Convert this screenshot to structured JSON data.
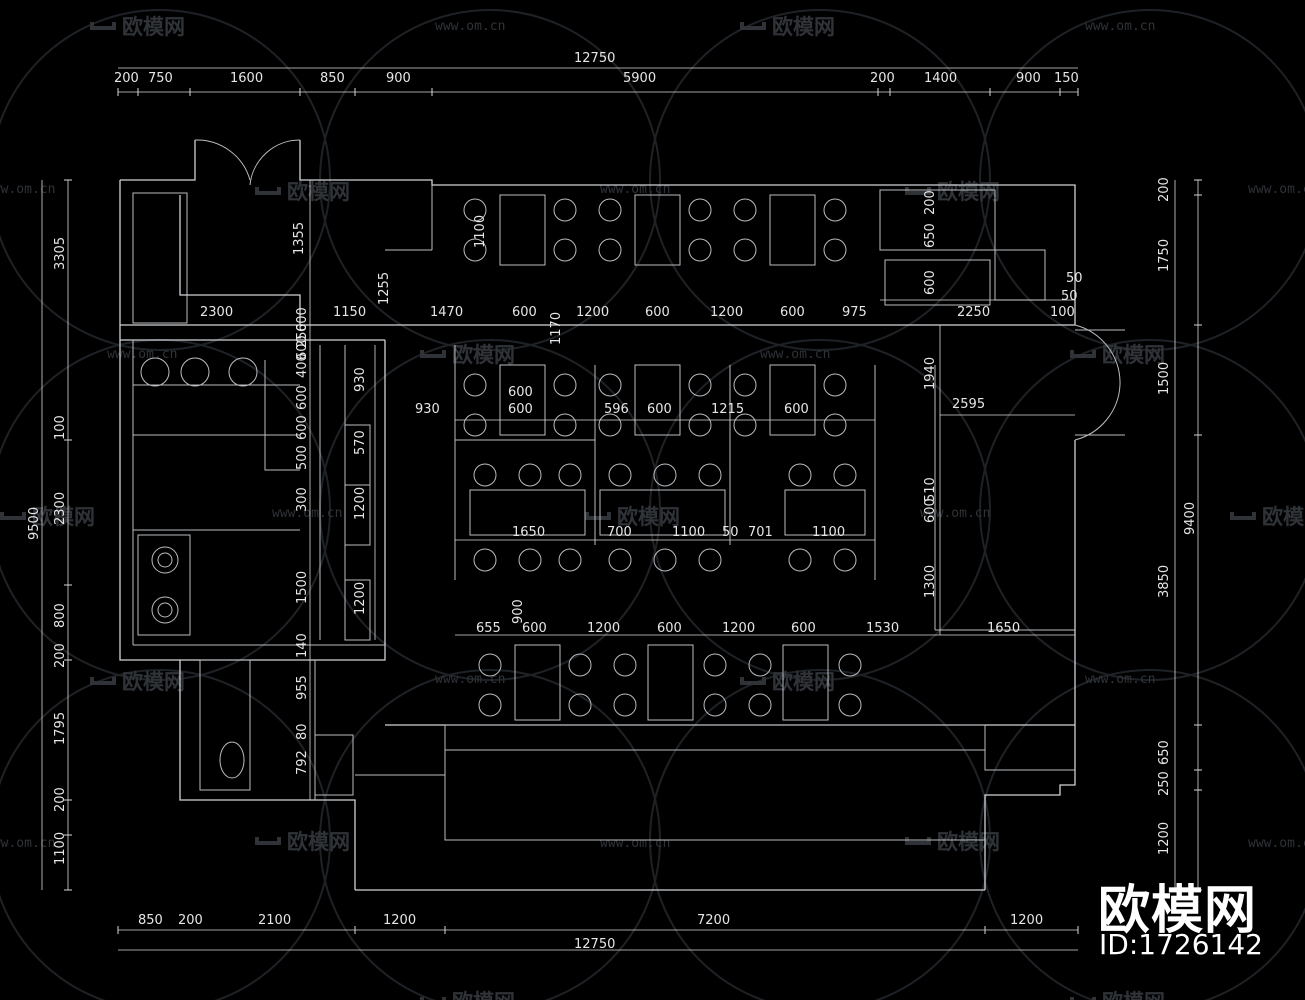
{
  "watermark": {
    "brand": "欧模网",
    "url": "www.om.cn",
    "logo_icon": "sofa-icon"
  },
  "branding": {
    "title": "欧模网",
    "id": "ID:1726142"
  },
  "dimensions": {
    "top_total": "12750",
    "top_chain": [
      "200",
      "750",
      "1600",
      "850",
      "900",
      "5900",
      "200",
      "1400",
      "900",
      "150"
    ],
    "bottom_total": "12750",
    "bottom_chain": [
      "850",
      "200",
      "2100",
      "1200",
      "7200",
      "1200"
    ],
    "left_outer": "9500",
    "left_chain": [
      "3305",
      "100",
      "2300",
      "800",
      "200",
      "1795",
      "200",
      "1100"
    ],
    "right_outer": "9400",
    "right_chain": [
      "200",
      "1750",
      "1500",
      "3850",
      "250",
      "650",
      "1200"
    ],
    "interior": [
      "1100",
      "1355",
      "1255",
      "2300",
      "1150",
      "1470",
      "600",
      "1170",
      "1200",
      "600",
      "1200",
      "600",
      "975",
      "200",
      "650",
      "600",
      "50",
      "50",
      "2250",
      "100",
      "1940",
      "2595",
      "510",
      "600",
      "1300",
      "1650",
      "600",
      "600",
      "930",
      "596",
      "600",
      "1215",
      "600",
      "1650",
      "700",
      "1100",
      "50",
      "701",
      "1100",
      "655",
      "600",
      "1200",
      "600",
      "1200",
      "600",
      "1530",
      "900",
      "600",
      "600",
      "250",
      "400",
      "600",
      "600",
      "500",
      "300",
      "140",
      "955",
      "80",
      "792",
      "930",
      "570",
      "1200",
      "1200",
      "1500"
    ]
  }
}
